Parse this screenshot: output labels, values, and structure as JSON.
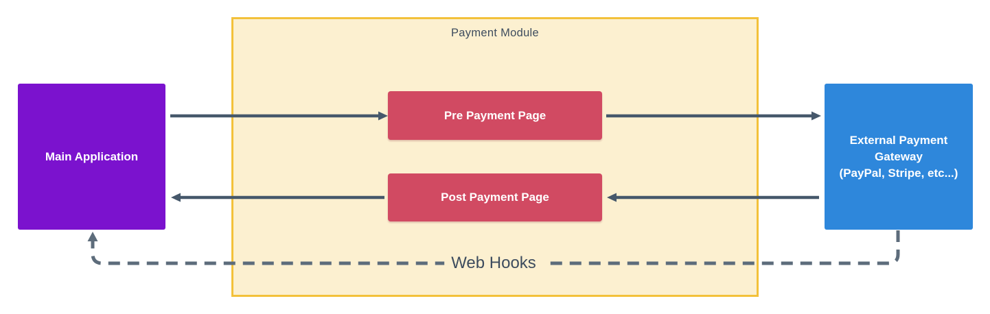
{
  "diagram": {
    "container_title": "Payment Module",
    "nodes": {
      "main_app": {
        "label": "Main Application"
      },
      "pre_payment": {
        "label": "Pre Payment Page"
      },
      "post_payment": {
        "label": "Post Payment Page"
      },
      "gateway": {
        "lines": [
          "External Payment",
          "Gateway",
          "(PayPal, Stripe, etc...)"
        ]
      }
    },
    "webhooks_label": "Web Hooks",
    "edges": [
      {
        "from": "main_app",
        "to": "pre_payment",
        "style": "solid"
      },
      {
        "from": "pre_payment",
        "to": "gateway",
        "style": "solid"
      },
      {
        "from": "gateway",
        "to": "post_payment",
        "style": "solid"
      },
      {
        "from": "post_payment",
        "to": "main_app",
        "style": "solid"
      },
      {
        "from": "gateway",
        "to": "main_app",
        "style": "dashed",
        "label": "Web Hooks"
      }
    ],
    "colors": {
      "main_app": "#7b12ce",
      "payment_pages": "#d14a62",
      "gateway": "#2e87db",
      "module_fill": "#fcf0d0",
      "module_border": "#f3c13a",
      "arrow": "#46586b",
      "dashed_line": "#5d6c7b",
      "label_text": "#3d4c5e",
      "node_text": "#ffffff"
    }
  }
}
